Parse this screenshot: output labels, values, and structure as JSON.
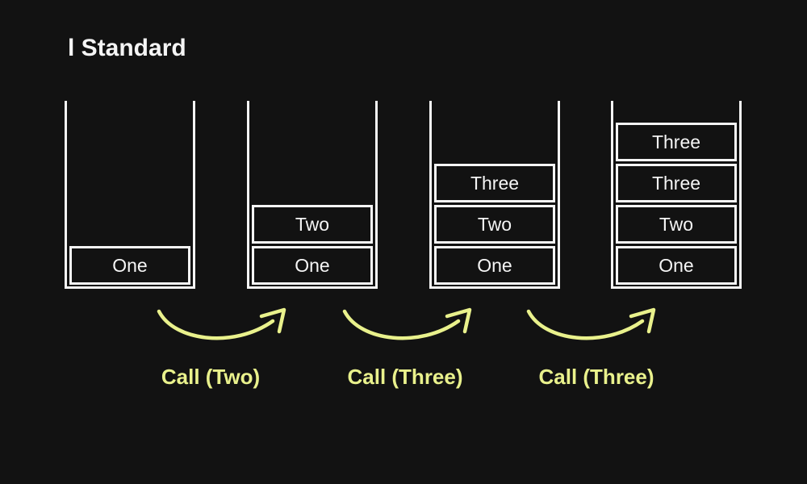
{
  "title": "l Standard",
  "colors": {
    "bg": "#121212",
    "fg": "#f5f5f5",
    "stroke": "#f5f5f5",
    "accent": "#e9f18c"
  },
  "stacks": [
    {
      "name": "stack-1",
      "frames": [
        "One"
      ]
    },
    {
      "name": "stack-2",
      "frames": [
        "Two",
        "One"
      ]
    },
    {
      "name": "stack-3",
      "frames": [
        "Three",
        "Two",
        "One"
      ]
    },
    {
      "name": "stack-4",
      "frames": [
        "Three",
        "Three",
        "Two",
        "One"
      ]
    }
  ],
  "calls": [
    {
      "label": "Call (Two)"
    },
    {
      "label": "Call (Three)"
    },
    {
      "label": "Call (Three)"
    }
  ]
}
